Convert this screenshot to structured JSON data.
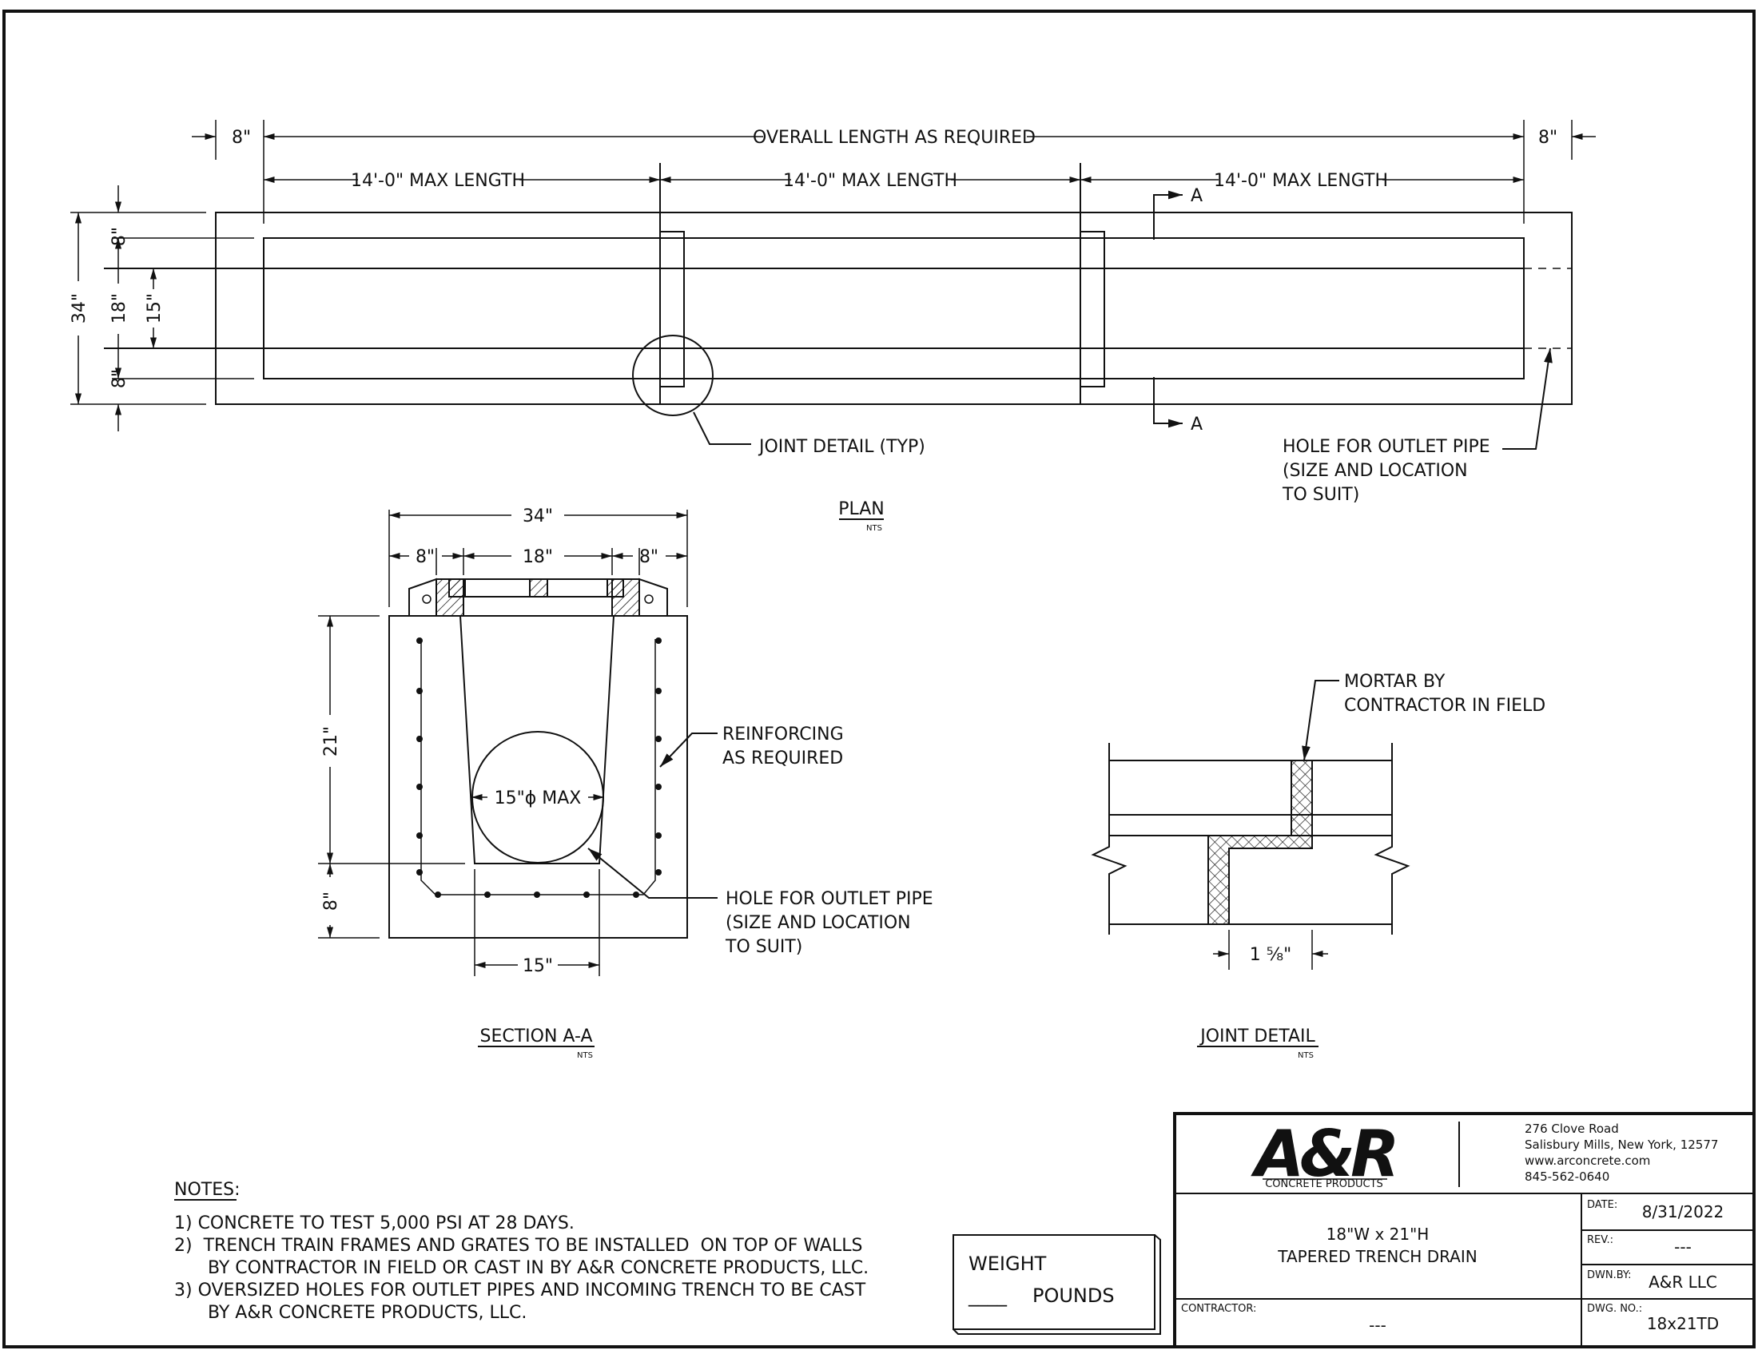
{
  "plan": {
    "title": "PLAN",
    "scale": "NTS",
    "dims": {
      "overall": "OVERALL LENGTH AS REQUIRED",
      "end_left": "8\"",
      "end_right": "8\"",
      "seg1": "14'-0\" MAX LENGTH",
      "seg2": "14'-0\" MAX LENGTH",
      "seg3": "14'-0\" MAX LENGTH",
      "total_w": "34\"",
      "wall_top": "8\"",
      "inner": "18\"",
      "channel": "15\"",
      "wall_bot": "8\""
    },
    "section_marker": "A",
    "section_marker_2": "A",
    "callouts": {
      "joint": "JOINT DETAIL (TYP)",
      "hole_1": "HOLE FOR OUTLET PIPE",
      "hole_2": "(SIZE AND LOCATION",
      "hole_3": "TO SUIT)"
    }
  },
  "section": {
    "title": "SECTION A-A",
    "scale": "NTS",
    "dims": {
      "width": "34\"",
      "left": "8\"",
      "middle": "18\"",
      "right": "8\"",
      "height": "21\"",
      "base": "8\"",
      "bottom": "15\""
    },
    "pipe": "15\"ϕ MAX",
    "reinf_1": "REINFORCING",
    "reinf_2": "AS REQUIRED",
    "hole_1": "HOLE FOR OUTLET PIPE",
    "hole_2": "(SIZE AND LOCATION",
    "hole_3": "TO SUIT)"
  },
  "joint": {
    "title": "JOINT DETAIL",
    "scale": "NTS",
    "mortar_1": "MORTAR BY",
    "mortar_2": "CONTRACTOR IN FIELD",
    "gap": "1 ⅝\""
  },
  "notes": {
    "heading": "NOTES:",
    "lines": [
      "1)  CONCRETE TO TEST 5,000 PSI AT 28 DAYS.",
      "2)  TRENCH TRAIN FRAMES AND GRATES TO BE INSTALLED  ON TOP OF WALLS",
      "      BY CONTRACTOR IN FIELD OR CAST IN BY A&R CONCRETE PRODUCTS, LLC.",
      "3)  OVERSIZED HOLES FOR OUTLET PIPES AND INCOMING TRENCH TO BE CAST",
      "      BY A&R CONCRETE PRODUCTS, LLC."
    ]
  },
  "weight": {
    "label": "WEIGHT",
    "blank": "____",
    "unit": "POUNDS"
  },
  "title_block": {
    "logo": "A&R",
    "logo_sub": "CONCRETE PRODUCTS",
    "address_1": "276 Clove Road",
    "address_2": "Salisbury Mills, New York, 12577",
    "website": "www.arconcrete.com",
    "phone": "845-562-0640",
    "product_1": "18\"W x 21\"H",
    "product_2": "TAPERED TRENCH DRAIN",
    "contractor_label": "CONTRACTOR:",
    "contractor_value": "---",
    "date_label": "DATE:",
    "date_value": "8/31/2022",
    "rev_label": "REV.:",
    "rev_value": "---",
    "dwnby_label": "DWN.BY:",
    "dwnby_value": "A&R LLC",
    "dwgno_label": "DWG. NO.:",
    "dwgno_value": "18x21TD"
  }
}
